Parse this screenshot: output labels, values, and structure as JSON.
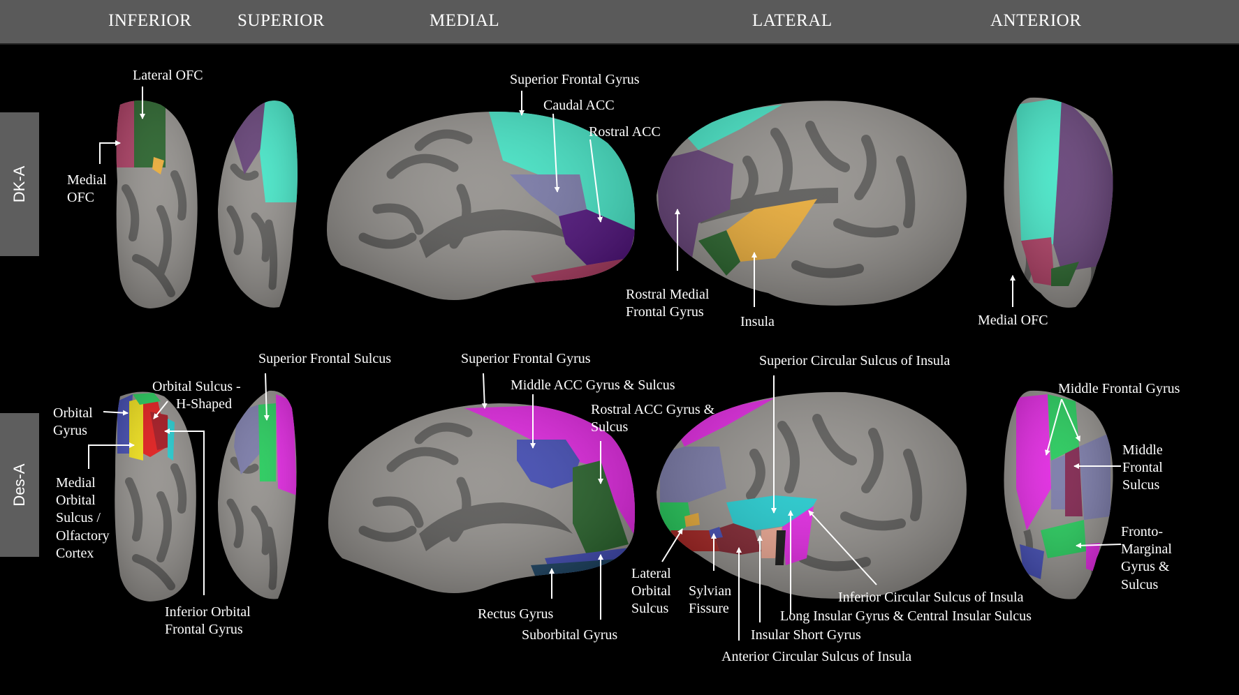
{
  "views": {
    "inferior": "INFERIOR",
    "superior": "SUPERIOR",
    "medial": "MEDIAL",
    "lateral": "LATERAL",
    "anterior": "ANTERIOR"
  },
  "rows": {
    "dk": "DK-A",
    "des": "Des-A"
  },
  "labels": {
    "dk": {
      "lateral_ofc": "Lateral OFC",
      "medial_ofc_1": "Medial",
      "medial_ofc_2": "OFC",
      "superior_frontal_gyrus": "Superior Frontal Gyrus",
      "caudal_acc": "Caudal ACC",
      "rostral_acc": "Rostral ACC",
      "rostral_medial_1": "Rostral Medial",
      "rostral_medial_2": "Frontal Gyrus",
      "insula": "Insula",
      "medial_ofc_anterior": "Medial OFC"
    },
    "des": {
      "orbital_gyrus_1": "Orbital",
      "orbital_gyrus_2": "Gyrus",
      "orbital_sulcus_1": "Orbital Sulcus -",
      "orbital_sulcus_2": "H-Shaped",
      "medial_orbital_1": "Medial",
      "medial_orbital_2": "Orbital",
      "medial_orbital_3": "Sulcus /",
      "medial_orbital_4": "Olfactory",
      "medial_orbital_5": "Cortex",
      "inferior_orbital_1": "Inferior Orbital",
      "inferior_orbital_2": "Frontal Gyrus",
      "superior_frontal_sulcus": "Superior Frontal Sulcus",
      "superior_frontal_gyrus": "Superior Frontal Gyrus",
      "middle_acc": "Middle ACC Gyrus & Sulcus",
      "rostral_acc_1": "Rostral ACC Gyrus &",
      "rostral_acc_2": "Sulcus",
      "rectus_gyrus": "Rectus  Gyrus",
      "suborbital_gyrus": "Suborbital Gyrus",
      "superior_circular": "Superior Circular Sulcus of Insula",
      "lateral_orbital_1": "Lateral",
      "lateral_orbital_2": "Orbital",
      "lateral_orbital_3": "Sulcus",
      "sylvian_1": "Sylvian",
      "sylvian_2": "Fissure",
      "inferior_circular": "Inferior Circular Sulcus of Insula",
      "long_insular": "Long Insular Gyrus & Central Insular Sulcus",
      "insular_short": "Insular Short Gyrus",
      "anterior_circular": "Anterior Circular Sulcus of Insula",
      "middle_frontal_gyrus": "Middle Frontal Gyrus",
      "middle_frontal_sulcus_1": "Middle",
      "middle_frontal_sulcus_2": "Frontal",
      "middle_frontal_sulcus_3": "Sulcus",
      "fronto_marginal_1": "Fronto-",
      "fronto_marginal_2": "Marginal",
      "fronto_marginal_3": "Gyrus &",
      "fronto_marginal_4": "Sulcus"
    }
  },
  "colors": {
    "cortex": "#8f8c88",
    "sulci": "#555452",
    "turquoise": "#3ee4c4",
    "purple": "#5f3a72",
    "slate": "#7474a4",
    "indigo": "#4a0a78",
    "maroon": "#a8355c",
    "dark_green": "#1f5c22",
    "orange": "#e8a830",
    "magenta": "#e01ee0",
    "blue": "#3a44b0",
    "green": "#1cc854",
    "red": "#e01010",
    "yellow": "#f0e010",
    "cyan": "#19c8cc",
    "salmon": "#e8a08a"
  }
}
